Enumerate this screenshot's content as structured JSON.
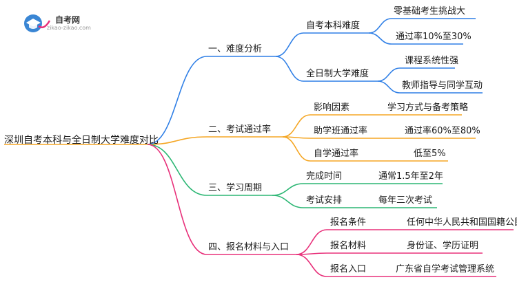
{
  "logo": {
    "title": "自考网",
    "subtitle": "zikao-zikao.com"
  },
  "root": "深圳自考本科与全日制大学难度对比",
  "colors": {
    "blue": "#2f7fe6",
    "orange": "#f5a623",
    "green": "#2bb673",
    "pink": "#e8307a",
    "logo_accent": "#3a86d4"
  },
  "branches": [
    {
      "label": "一、难度分析",
      "children": [
        {
          "label": "自考本科难度",
          "children": [
            "零基础考生挑战大",
            "通过率10%至30%"
          ]
        },
        {
          "label": "全日制大学难度",
          "children": [
            "课程系统性强",
            "教师指导与同学互动"
          ]
        }
      ]
    },
    {
      "label": "二、考试通过率",
      "children": [
        {
          "label": "影响因素",
          "children": [
            "学习方式与备考策略"
          ]
        },
        {
          "label": "助学班通过率",
          "children": [
            "通过率60%至80%"
          ]
        },
        {
          "label": "自学通过率",
          "children": [
            "低至5%"
          ]
        }
      ]
    },
    {
      "label": "三、学习周期",
      "children": [
        {
          "label": "完成时间",
          "children": [
            "通常1.5年至2年"
          ]
        },
        {
          "label": "考试安排",
          "children": [
            "每年三次考试"
          ]
        }
      ]
    },
    {
      "label": "四、报名材料与入口",
      "children": [
        {
          "label": "报名条件",
          "children": [
            "任何中华人民共和国国籍公民"
          ]
        },
        {
          "label": "报名材料",
          "children": [
            "身份证、学历证明"
          ]
        },
        {
          "label": "报名入口",
          "children": [
            "广东省自学考试管理系统"
          ]
        }
      ]
    }
  ]
}
